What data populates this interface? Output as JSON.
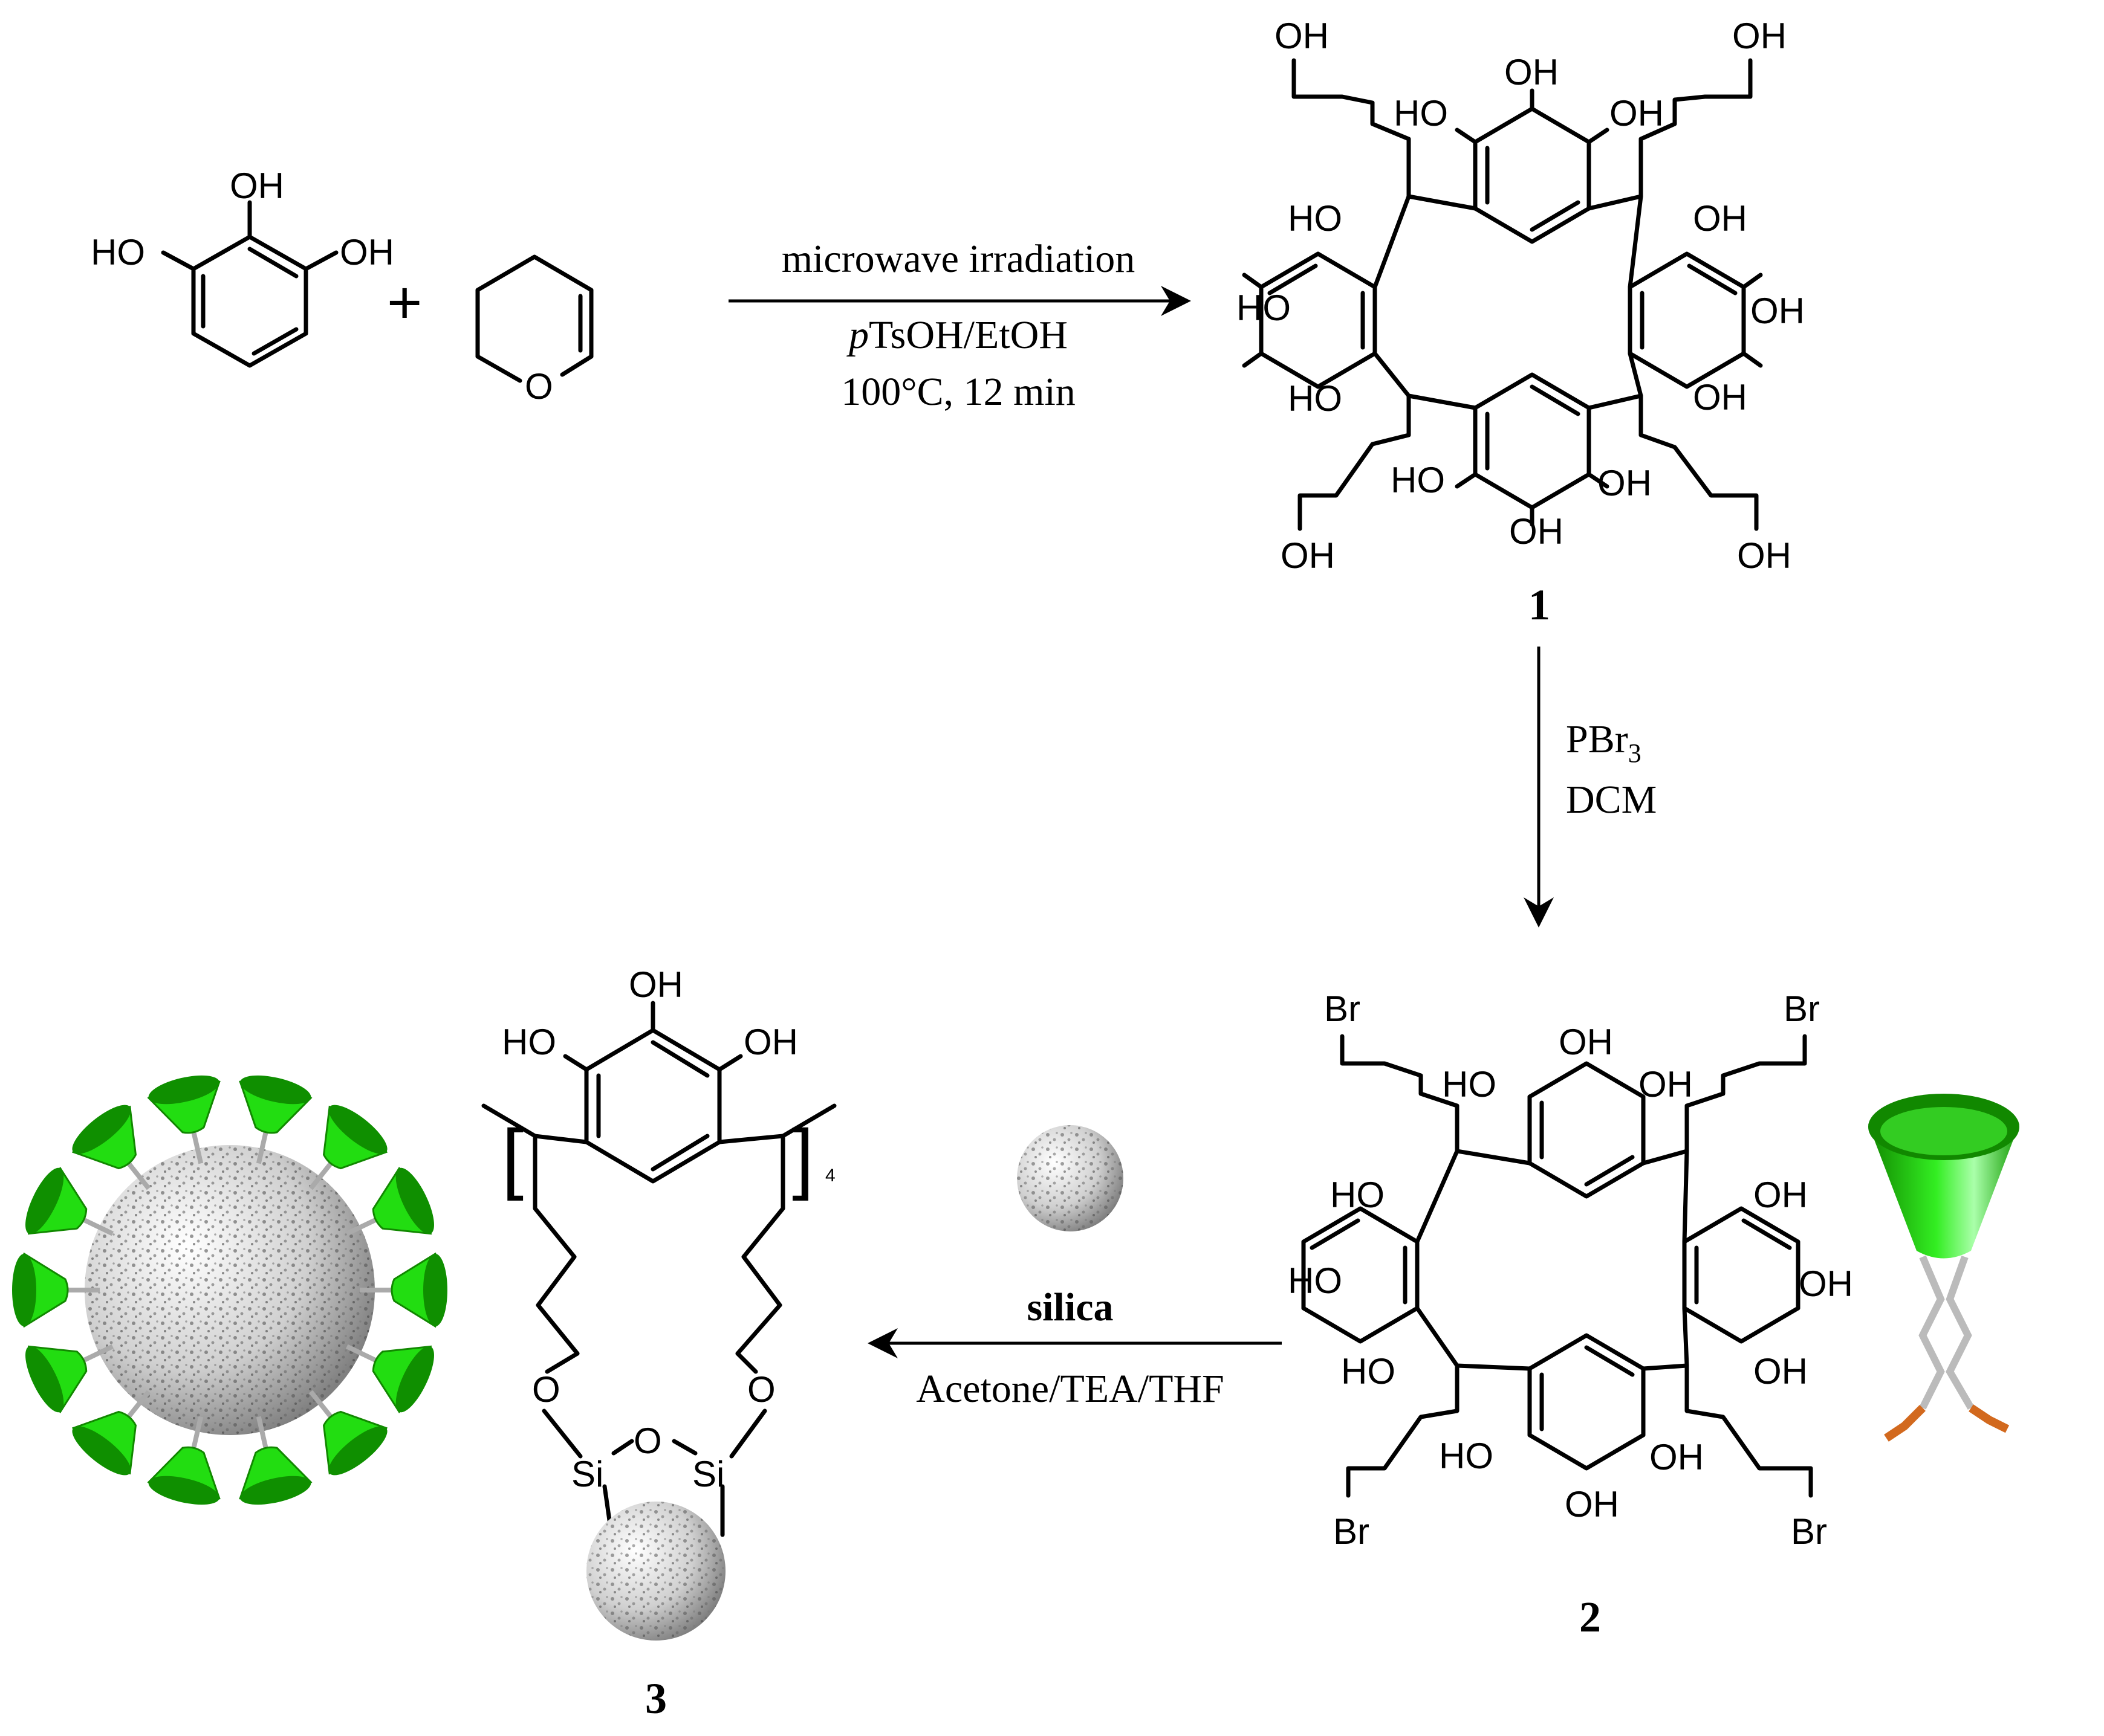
{
  "step1": {
    "conditions_line1": "microwave irradiation",
    "conditions_line2_italic": "p",
    "conditions_line2_rest": "TsOH/EtOH",
    "conditions_line3": "100°C, 12 min"
  },
  "step2": {
    "reagent_main": "PBr",
    "reagent_sub": "3",
    "solvent": "DCM"
  },
  "step3": {
    "reagent": "silica",
    "solvent": "Acetone/TEA/THF"
  },
  "compounds": {
    "c1": "1",
    "c2": "2",
    "c3": "3"
  },
  "labels": {
    "oh": "OH",
    "ho": "HO",
    "br": "Br",
    "o": "O",
    "si": "Si",
    "plus": "+",
    "repeat": "4",
    "bracket_l": "[",
    "bracket_r": "]"
  },
  "colors": {
    "cavitand_green": "#22dd11",
    "silica_gray": "#d8d8d8",
    "linker_orange": "#d2691e"
  }
}
